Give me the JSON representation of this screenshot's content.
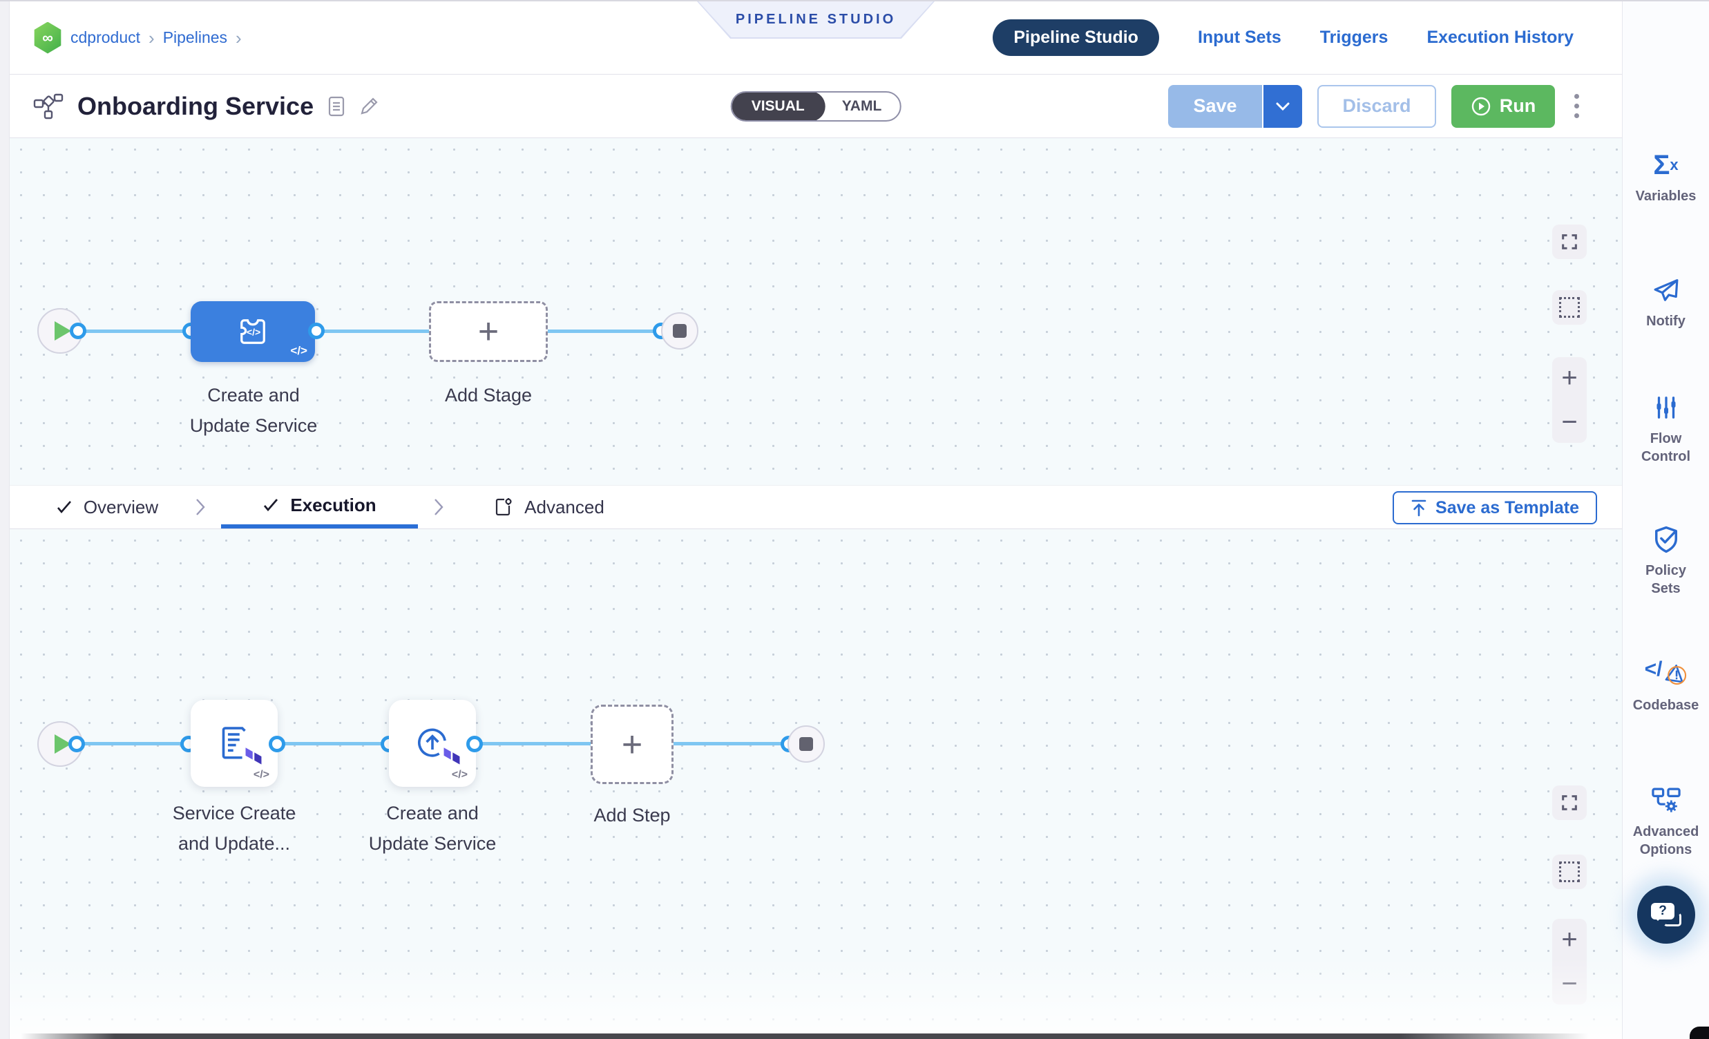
{
  "breadcrumb": {
    "items": [
      {
        "label": "cdproduct"
      },
      {
        "label": "Pipelines"
      }
    ]
  },
  "banner": {
    "label": "PIPELINE STUDIO"
  },
  "top_nav": {
    "items": [
      {
        "label": "Pipeline Studio",
        "active": true
      },
      {
        "label": "Input Sets"
      },
      {
        "label": "Triggers"
      },
      {
        "label": "Execution History"
      }
    ]
  },
  "header": {
    "title": "Onboarding Service",
    "toggle": {
      "options": [
        {
          "label": "VISUAL",
          "selected": true
        },
        {
          "label": "YAML"
        }
      ]
    },
    "actions": {
      "save": "Save",
      "discard": "Discard",
      "run": "Run"
    }
  },
  "stage_canvas": {
    "stage": {
      "line1": "Create and",
      "line2": "Update Service"
    },
    "add_stage": "Add Stage"
  },
  "tabs": {
    "items": [
      {
        "label": "Overview",
        "checked": true
      },
      {
        "label": "Execution",
        "checked": true,
        "active": true
      },
      {
        "label": "Advanced"
      }
    ],
    "save_as_template": "Save as Template"
  },
  "step_canvas": {
    "step1": {
      "line1": "Service Create",
      "line2": "and Update..."
    },
    "step2": {
      "line1": "Create and",
      "line2": "Update Service"
    },
    "add_step": "Add Step"
  },
  "sidebar": {
    "items": [
      {
        "icon": "sigma-x-icon",
        "lines": [
          "Variables"
        ]
      },
      {
        "icon": "paper-plane-icon",
        "lines": [
          "Notify"
        ]
      },
      {
        "icon": "sliders-icon",
        "lines": [
          "Flow",
          "Control"
        ]
      },
      {
        "icon": "shield-check-icon",
        "lines": [
          "Policy",
          "Sets"
        ]
      },
      {
        "icon": "code-warning-icon",
        "lines": [
          "Codebase"
        ]
      },
      {
        "icon": "flowchart-gear-icon",
        "lines": [
          "Advanced",
          "Options"
        ]
      }
    ]
  },
  "glyphs": {
    "plus": "+",
    "minus": "−",
    "code_badge": "</>",
    "code_open": "</",
    "infinity": "∞",
    "sigma": "Σ",
    "sigma_x": "x",
    "question": "?",
    "breadcrumb_sep": "›"
  },
  "colors": {
    "accent_blue": "#2b6bd0",
    "navy_pill": "#1e3e66",
    "run_green": "#5cb860",
    "stage_blue": "#3b80df",
    "connector_blue": "#7ec6f2",
    "canvas_bg": "#f5fafc",
    "save_disabled": "#97bae8",
    "banner_text": "#2b4da8"
  }
}
